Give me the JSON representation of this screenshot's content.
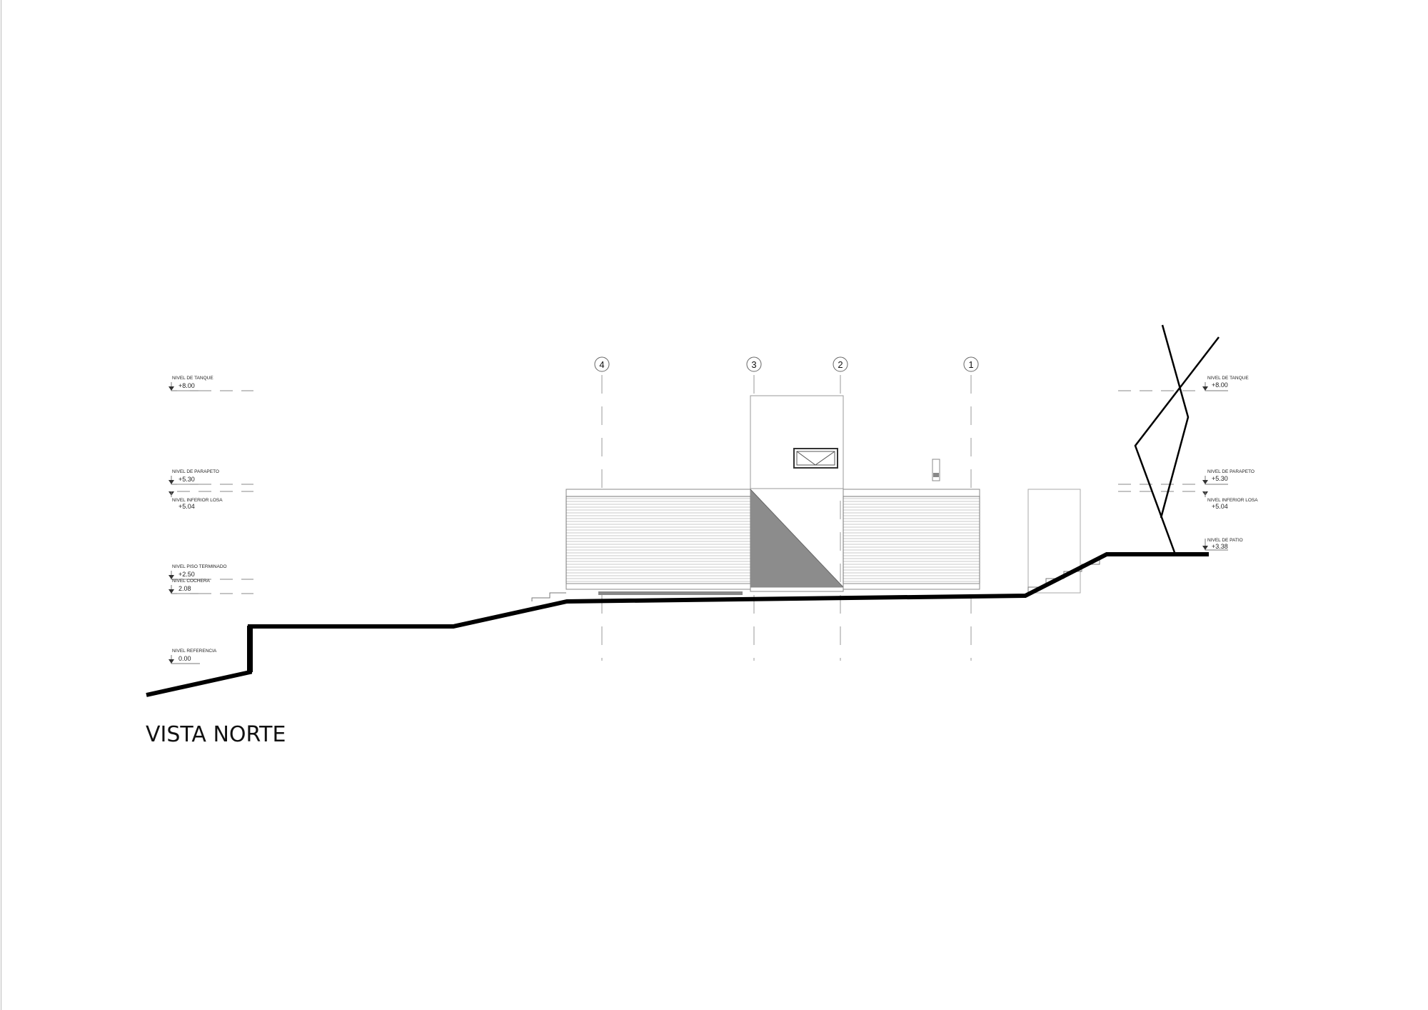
{
  "title": "VISTA NORTE",
  "axes": [
    "4",
    "3",
    "2",
    "1"
  ],
  "levels_left": [
    {
      "name": "NIVEL DE TANQUE",
      "value": "+8.00"
    },
    {
      "name": "NIVEL DE PARAPETO",
      "value": "+5.30"
    },
    {
      "name": "NIVEL INFERIOR LOSA",
      "value": "+5.04"
    },
    {
      "name": "NIVEL PISO TERMINADO",
      "value": "+2.50"
    },
    {
      "name": "NIVEL COCHERA",
      "value": "2.08"
    },
    {
      "name": "NIVEL REFERENCIA",
      "value": "0.00"
    }
  ],
  "levels_right": [
    {
      "name": "NIVEL DE TANQUE",
      "value": "+8.00"
    },
    {
      "name": "NIVEL DE PARAPETO",
      "value": "+5.30"
    },
    {
      "name": "NIVEL INFERIOR LOSA",
      "value": "+5.04"
    },
    {
      "name": "NIVEL DE PATIO",
      "value": "+3.38"
    }
  ],
  "colors": {
    "ground": "#000000",
    "wall_shade": "#8c8c8c",
    "lines": "#777777"
  }
}
